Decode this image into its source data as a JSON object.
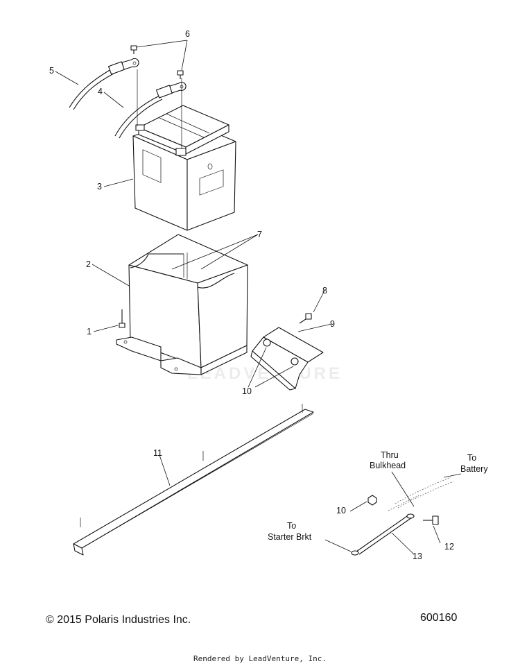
{
  "callouts": {
    "c1": "1",
    "c2": "2",
    "c3": "3",
    "c4": "4",
    "c5": "5",
    "c6": "6",
    "c7": "7",
    "c8": "8",
    "c9": "9",
    "c10a": "10",
    "c10b": "10",
    "c11": "11",
    "c12": "12",
    "c13": "13"
  },
  "notes": {
    "thru_line1": "Thru",
    "thru_line2": "Bulkhead",
    "to_battery_line1": "To",
    "to_battery_line2": "Battery",
    "to_starter_line1": "To",
    "to_starter_line2": "Starter Brkt"
  },
  "watermark": "LEADVENTURE",
  "copyright": "© 2015 Polaris Industries Inc.",
  "diagram_id": "600160",
  "footer": "Rendered by LeadVenture, Inc."
}
